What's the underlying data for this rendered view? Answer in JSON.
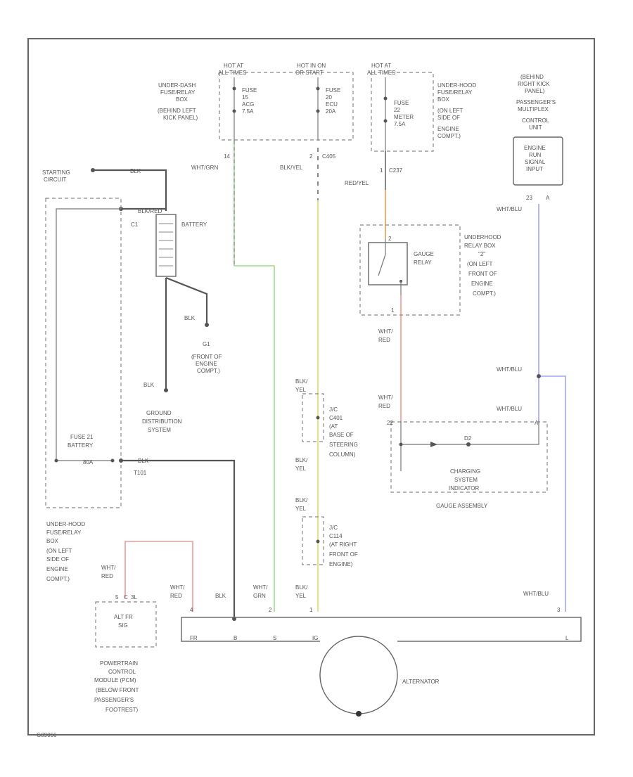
{
  "diagram": {
    "fuse_block_left": {
      "hot_label": [
        "HOT AT",
        "ALL TIMES"
      ],
      "fuse_label": [
        "FUSE",
        "15",
        "ACG",
        "7.5A"
      ],
      "location": [
        "UNDER-DASH",
        "FUSE/RELAY",
        "BOX",
        "(BEHIND LEFT",
        "KICK PANEL)"
      ],
      "pin": "14",
      "wire": "WHT/GRN"
    },
    "fuse_block_mid": {
      "hot_label": [
        "HOT IN ON",
        "OR START"
      ],
      "fuse_label": [
        "FUSE",
        "20",
        "ECU",
        "20A"
      ],
      "pin": "2",
      "connector": "C405",
      "wire": "BLK/YEL"
    },
    "fuse_block_right": {
      "hot_label": [
        "HOT AT",
        "ALL TIMES"
      ],
      "fuse_label": [
        "FUSE",
        "22",
        "METER",
        "7.5A"
      ],
      "location": [
        "UNDER-HOOD",
        "FUSE/RELAY",
        "BOX",
        "(ON LEFT",
        "SIDE OF",
        "ENGINE",
        "COMPT.)"
      ],
      "pin": "1",
      "connector": "C237",
      "wire": "RED/YEL"
    },
    "multiplex": {
      "location": [
        "(BEHIND",
        "RIGHT KICK",
        "PANEL)",
        "PASSENGER'S",
        "MULTIPLEX",
        "CONTROL",
        "UNIT"
      ],
      "box_label": [
        "ENGINE",
        "RUN",
        "SIGNAL",
        "INPUT"
      ],
      "pins": [
        "23",
        "A"
      ],
      "wire": "WHT/BLU"
    },
    "starting": {
      "label": [
        "STARTING",
        "CIRCUIT"
      ],
      "wire_a": "BLK",
      "wire_b": "BLK/RED",
      "connector": "C1",
      "battery": "BATTERY",
      "gnd_wire": "BLK",
      "ground_g1": [
        "G1",
        "(FRONT OF",
        "ENGINE",
        "COMPT.)"
      ],
      "gnd_wire2": "BLK",
      "ground_dist": [
        "GROUND",
        "DISTRIBUTION",
        "SYSTEM"
      ]
    },
    "fuse21": {
      "label": [
        "FUSE 21",
        "BATTERY"
      ],
      "rating": "80A",
      "wire": "BLK",
      "connector": "T101",
      "location": [
        "UNDER-HOOD",
        "FUSE/RELAY",
        "BOX",
        "(ON LEFT",
        "SIDE OF",
        "ENGINE",
        "COMPT.)"
      ]
    },
    "gauge_relay": {
      "relay_box": [
        "UNDERHOOD",
        "RELAY BOX",
        "\"2\"",
        "(ON LEFT",
        "FRONT OF",
        "ENGINE",
        "COMPT.)"
      ],
      "relay": [
        "GAUGE",
        "RELAY"
      ],
      "pin_top": "2",
      "pin_bot": "1",
      "wire_out": [
        "WHT/",
        "RED"
      ],
      "wire_in": [
        "WHT/",
        "RED"
      ]
    },
    "gauge_assembly": {
      "pin_left": "22",
      "pin_right": "A",
      "wire_top": "WHT/BLU",
      "wire_top2": "WHT/BLU",
      "diode": "D2",
      "label": [
        "CHARGING",
        "SYSTEM",
        "INDICATOR"
      ],
      "assembly": "GAUGE ASSEMBLY"
    },
    "joints": {
      "wire1": [
        "BLK/",
        "YEL"
      ],
      "j1": [
        "J/C",
        "C401",
        "(AT",
        "BASE OF",
        "STEERING",
        "COLUMN)"
      ],
      "wire2": [
        "BLK/",
        "YEL"
      ],
      "wire3": [
        "BLK/",
        "YEL"
      ],
      "j2": [
        "J/C",
        "C114",
        "(AT RIGHT",
        "FRONT OF",
        "ENGINE)"
      ]
    },
    "pcm": {
      "wire": [
        "WHT/",
        "RED"
      ],
      "pins": [
        "5",
        "C",
        "3L"
      ],
      "box": [
        "ALT FR",
        "SIG"
      ],
      "label": [
        "POWERTRAIN",
        "CONTROL",
        "MODULE (PCM)",
        "(BELOW FRONT",
        "PASSENGER'S",
        "FOOTREST)"
      ]
    },
    "alternator": {
      "label": "ALTERNATOR",
      "wires": [
        {
          "text": [
            "WHT/",
            "RED"
          ]
        },
        {
          "text": [
            "BLK"
          ]
        },
        {
          "text": [
            "WHT/",
            "GRN"
          ]
        },
        {
          "text": [
            "BLK/",
            "YEL"
          ]
        },
        {
          "text": [
            "WHT/BLU"
          ]
        }
      ],
      "top_pins": [
        "4",
        "2",
        "1",
        "3"
      ],
      "terminals": [
        "FR",
        "B",
        "S",
        "IG",
        "L"
      ]
    },
    "figure_id": "G09056"
  },
  "colors": {
    "wire_dark": "#555555",
    "wire_green": "#9ddc8a",
    "wire_yellow": "#d8df6a",
    "wire_orange": "#f2b070",
    "wire_red": "#ee9a9a",
    "wire_blue": "#a4a4f0"
  }
}
